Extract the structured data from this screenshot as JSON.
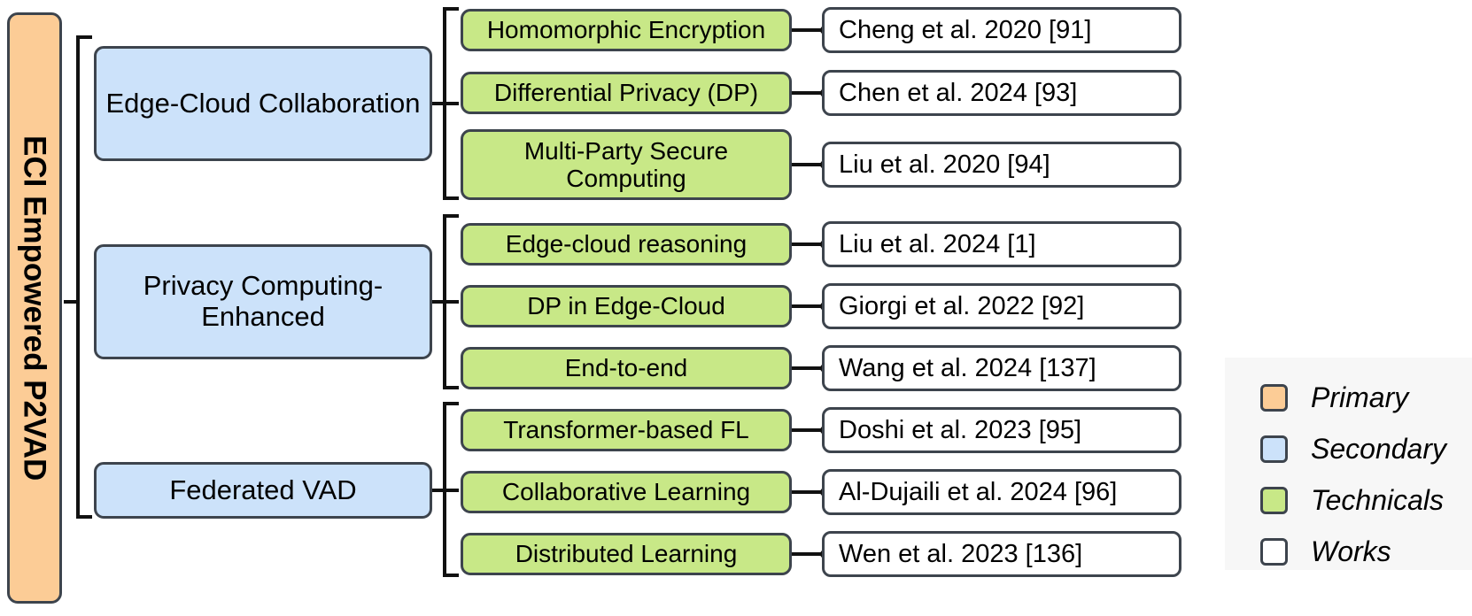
{
  "diagram": {
    "root": {
      "label": "ECI Empowered P2VAD",
      "color": "#fccc96"
    },
    "branches": [
      {
        "category": "Edge-Cloud Collaboration",
        "items": [
          {
            "technical": "Homomorphic Encryption",
            "work": "Cheng et al. 2020 [91]"
          },
          {
            "technical": "Differential Privacy (DP)",
            "work": "Chen et al. 2024 [93]"
          },
          {
            "technical": "Multi-Party Secure Computing",
            "work": "Liu et al. 2020 [94]"
          }
        ]
      },
      {
        "category": "Privacy Computing-Enhanced",
        "items": [
          {
            "technical": "Edge-cloud reasoning",
            "work": "Liu et al. 2024 [1]"
          },
          {
            "technical": "DP in Edge-Cloud",
            "work": "Giorgi et al. 2022 [92]"
          },
          {
            "technical": "End-to-end",
            "work": "Wang et al. 2024 [137]"
          }
        ]
      },
      {
        "category": "Federated VAD",
        "items": [
          {
            "technical": "Transformer-based FL",
            "work": "Doshi et al. 2023 [95]"
          },
          {
            "technical": "Collaborative Learning",
            "work": "Al-Dujaili et al. 2024 [96]"
          },
          {
            "technical": "Distributed Learning",
            "work": "Wen et al. 2023 [136]"
          }
        ]
      }
    ]
  },
  "legend": {
    "items": [
      {
        "label": "Primary",
        "color": "#fccc96"
      },
      {
        "label": "Secondary",
        "color": "#cce2fa"
      },
      {
        "label": "Technicals",
        "color": "#c8e887"
      },
      {
        "label": "Works",
        "color": "#ffffff"
      }
    ]
  }
}
